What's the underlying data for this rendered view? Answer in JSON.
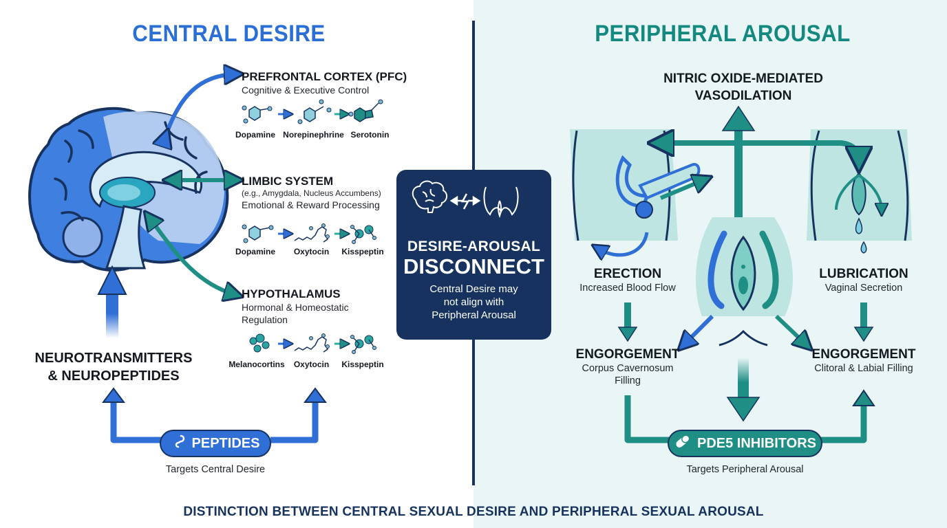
{
  "left": {
    "title": "CENTRAL DESIRE",
    "regions": [
      {
        "name": "PREFRONTAL CORTEX (PFC)",
        "description": [
          "Cognitive & Executive Control"
        ],
        "molecules": [
          "Dopamine",
          "Norepinephrine",
          "Serotonin"
        ]
      },
      {
        "name": "LIMBIC SYSTEM",
        "description": [
          "(e.g., Amygdala, Nucleus Accumbens)",
          "Emotional & Reward Processing"
        ],
        "molecules": [
          "Dopamine",
          "Oxytocin",
          "Kisspeptin"
        ]
      },
      {
        "name": "HYPOTHALAMUS",
        "description": [
          "Hormonal & Homeostatic",
          "Regulation"
        ],
        "molecules": [
          "Melanocortins",
          "Oxytocin",
          "Kisspeptin"
        ]
      }
    ],
    "source_label": [
      "NEUROTRANSMITTERS",
      "& NEUROPEPTIDES"
    ],
    "pill": {
      "icon": "peptide-chain-icon",
      "label": "PEPTIDES"
    },
    "target": "Targets Central Desire",
    "colors": {
      "accent": "#2f6fd6",
      "secondary": "#1f8e84"
    }
  },
  "center": {
    "icons": [
      "brain-icon",
      "disconnect-arrows-icon",
      "pelvis-icon"
    ],
    "title_line1": "DESIRE-AROUSAL",
    "title_line2": "DISCONNECT",
    "description": [
      "Central Desire may",
      "not align with",
      "Peripheral Arousal"
    ],
    "background": "#17325e"
  },
  "right": {
    "title": "PERIPHERAL AROUSAL",
    "mechanism": [
      "NITRIC OXIDE-MEDIATED",
      "VASODILATION"
    ],
    "male": {
      "heading": "ERECTION",
      "subtitle": "Increased Blood Flow",
      "result_heading": "ENGORGEMENT",
      "result_subtitle": [
        "Corpus Cavernosum",
        "Filling"
      ]
    },
    "female": {
      "heading": "LUBRICATION",
      "subtitle": "Vaginal Secretion",
      "result_heading": "ENGORGEMENT",
      "result_subtitle": [
        "Clitoral & Labial Filling"
      ]
    },
    "pill": {
      "icon": "pill-capsule-icon",
      "label": "PDE5 INHIBITORS"
    },
    "target": "Targets Peripheral Arousal",
    "colors": {
      "accent": "#1f8e84",
      "secondary": "#2f6fd6",
      "panel": "#bfe5e2"
    }
  },
  "footer": "DISTINCTION BETWEEN CENTRAL SEXUAL DESIRE AND PERIPHERAL SEXUAL AROUSAL"
}
